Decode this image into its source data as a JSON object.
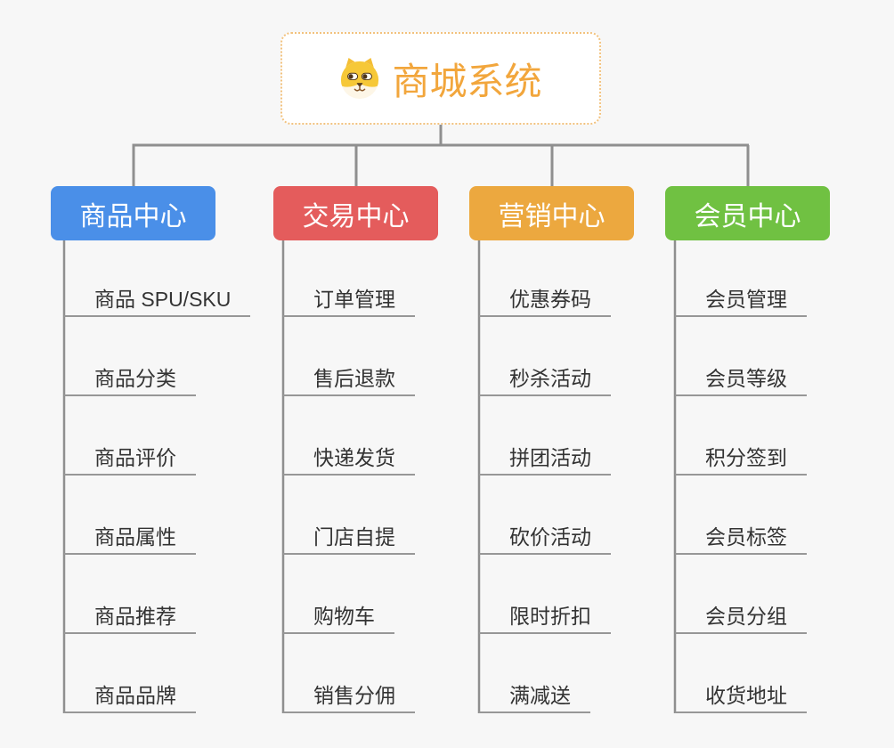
{
  "app": {
    "background_color": "#F7F7F7",
    "connector_color": "#8F8F8F",
    "leaf_underline_color": "#979797",
    "leaf_text_color": "#333333"
  },
  "root": {
    "title": "商城系统",
    "icon": "dog-face-icon",
    "title_color": "#F2A63C",
    "box_border_color": "#F2C27E"
  },
  "branches": [
    {
      "label": "商品中心",
      "color": "#4A8FE8",
      "children": [
        "商品 SPU/SKU",
        "商品分类",
        "商品评价",
        "商品属性",
        "商品推荐",
        "商品品牌"
      ]
    },
    {
      "label": "交易中心",
      "color": "#E45C5C",
      "children": [
        "订单管理",
        "售后退款",
        "快递发货",
        "门店自提",
        "购物车",
        "销售分佣"
      ]
    },
    {
      "label": "营销中心",
      "color": "#ECA83F",
      "children": [
        "优惠券码",
        "秒杀活动",
        "拼团活动",
        "砍价活动",
        "限时折扣",
        "满减送"
      ]
    },
    {
      "label": "会员中心",
      "color": "#70C142",
      "children": [
        "会员管理",
        "会员等级",
        "积分签到",
        "会员标签",
        "会员分组",
        "收货地址"
      ]
    }
  ]
}
